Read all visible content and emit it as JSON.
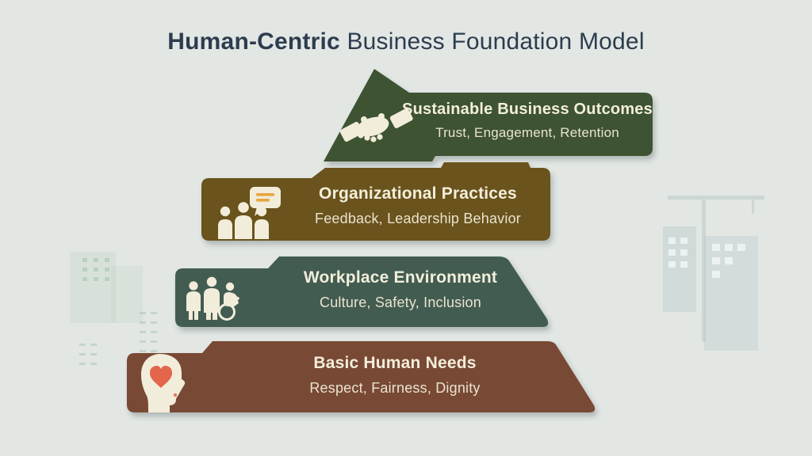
{
  "title": {
    "bold": "Human-Centric",
    "regular": " Business Foundation Model",
    "color": "#2d3c4e"
  },
  "layers": [
    {
      "title": "Sustainable Business Outcomes",
      "subtitle": "Trust, Engagement, Retention",
      "color": "#3c5230",
      "icon": "handshake-icon"
    },
    {
      "title": "Organizational Practices",
      "subtitle": "Feedback, Leadership Behavior",
      "color": "#6b521c",
      "icon": "team-chat-icon"
    },
    {
      "title": "Workplace Environment",
      "subtitle": "Culture, Safety, Inclusion",
      "color": "#425b51",
      "icon": "inclusive-people-icon"
    },
    {
      "title": "Basic Human Needs",
      "subtitle": "Respect, Fairness, Dignity",
      "color": "#784836",
      "icon": "head-heart-icon"
    }
  ],
  "colors": {
    "background": "#e2e7e4",
    "banner_text": "#f3eedb",
    "banner_subtext": "#eae3cf",
    "icon_cream": "#f2ecda",
    "heart_red": "#e2654c",
    "bubble_line_orange": "#e8a53e"
  }
}
